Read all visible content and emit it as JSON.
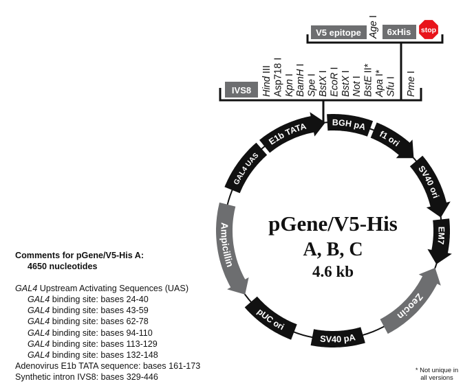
{
  "map_title": {
    "line1": "pGene/V5-His",
    "line2": "A, B, C",
    "line3": "4.6 kb"
  },
  "features": [
    {
      "label": "BGH pA",
      "color": "#111111"
    },
    {
      "label": "f1 ori",
      "color": "#111111"
    },
    {
      "label": "SV40 ori",
      "color": "#111111"
    },
    {
      "label": "EM7",
      "color": "#111111"
    },
    {
      "label": "Zeocin",
      "color": "#6d6e70"
    },
    {
      "label": "SV40 pA",
      "color": "#111111"
    },
    {
      "label": "pUC ori",
      "color": "#111111"
    },
    {
      "label": "Ampicillin",
      "color": "#6d6e70"
    },
    {
      "label": "GAL4 UAS",
      "color": "#111111"
    },
    {
      "label": "E1b TATA",
      "color": "#111111"
    }
  ],
  "mcs": {
    "ivs8": "IVS8",
    "sites": [
      {
        "italic": "Hind",
        "rest": " III"
      },
      {
        "italic": "",
        "rest": "Asp718 I"
      },
      {
        "italic": "Kpn",
        "rest": " I"
      },
      {
        "italic": "BamH",
        "rest": " I"
      },
      {
        "italic": "Spe",
        "rest": " I"
      },
      {
        "italic": "BstX",
        "rest": " I"
      },
      {
        "italic": "EcoR",
        "rest": " I"
      },
      {
        "italic": "BstX",
        "rest": " I"
      },
      {
        "italic": "Not",
        "rest": " I"
      },
      {
        "italic": "BstE",
        "rest": " II*"
      },
      {
        "italic": "Apa",
        "rest": " I*"
      },
      {
        "italic": "Sfu",
        "rest": " I"
      }
    ],
    "pme": {
      "italic": "Pme",
      "rest": " I"
    },
    "v5": "V5 epitope",
    "age": {
      "italic": "Age",
      "rest": " I"
    },
    "his": "6xHis",
    "stop": "stop",
    "box_color": "#6d6e70",
    "stop_color": "#e8141b"
  },
  "comments": {
    "heading": "Comments for pGene/V5-His A:",
    "length": "4650 nucleotides",
    "uas_italic": "GAL4",
    "uas_rest": " Upstream Activating Sequences (UAS)",
    "binding_sites": [
      {
        "italic": "GAL4",
        "rest": " binding site: bases 24-40"
      },
      {
        "italic": "GAL4",
        "rest": " binding site: bases 43-59"
      },
      {
        "italic": "GAL4",
        "rest": " binding site: bases 62-78"
      },
      {
        "italic": "GAL4",
        "rest": " binding site: bases 94-110"
      },
      {
        "italic": "GAL4",
        "rest": " binding site: bases 113-129"
      },
      {
        "italic": "GAL4",
        "rest": " binding site: bases 132-148"
      }
    ],
    "tata": "Adenovirus E1b TATA sequence: bases 161-173",
    "intron": "Synthetic intron IVS8: bases 329-446"
  },
  "footnote": {
    "line1": "* Not unique in",
    "line2": "all versions"
  }
}
